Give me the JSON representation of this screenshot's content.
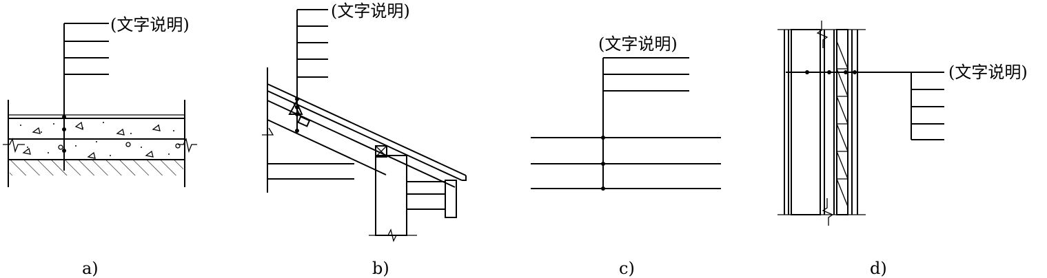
{
  "figure": {
    "panels": [
      {
        "id": "a",
        "note": "(文字说明)",
        "caption": "a)"
      },
      {
        "id": "b",
        "note": "(文字说明)",
        "caption": "b)"
      },
      {
        "id": "c",
        "note": "(文字说明)",
        "caption": "c)"
      },
      {
        "id": "d",
        "note": "(文字说明)",
        "caption": "d)"
      }
    ]
  }
}
